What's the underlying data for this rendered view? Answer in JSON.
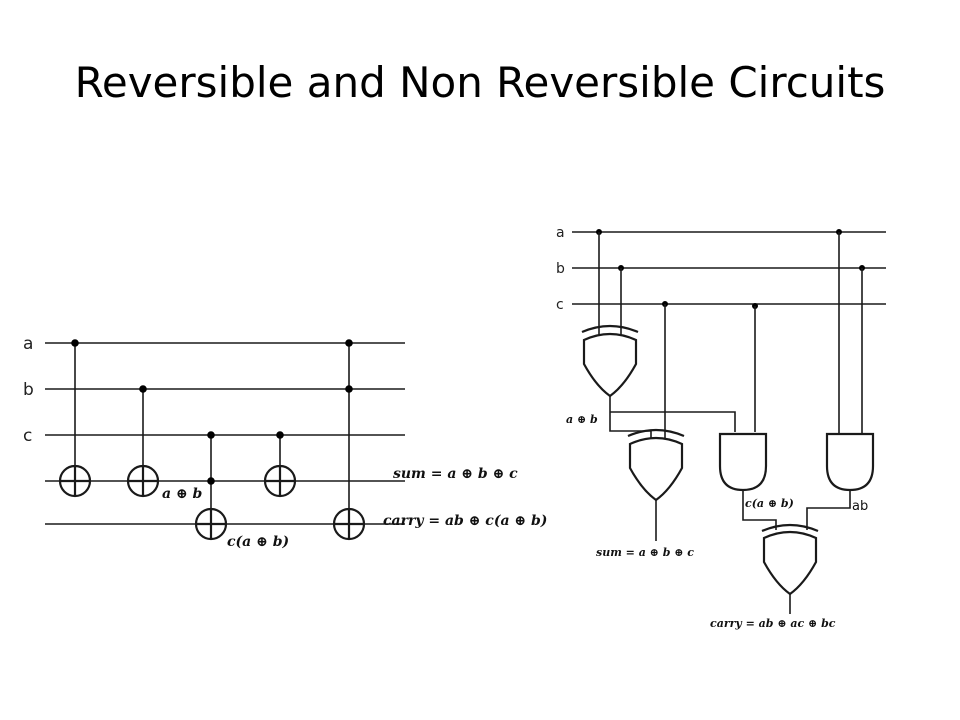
{
  "slide": {
    "title": "Reversible and Non Reversible Circuits"
  },
  "reversible_circuit": {
    "wire_labels": [
      "a",
      "b",
      "c"
    ],
    "sum_label": "sum = a ⊕ b ⊕ c",
    "carry_label": "carry = ab ⊕ c(a ⊕ b)",
    "intermediate_label_1": "a ⊕ b",
    "intermediate_label_2": "c(a ⊕ b)"
  },
  "nonreversible_circuit": {
    "wire_labels": [
      "a",
      "b",
      "c"
    ],
    "xor1_output_label": "a ⊕ b",
    "and1_output_label": "c(a ⊕ b)",
    "and2_output_label": "ab",
    "sum_label": "sum = a ⊕ b ⊕ c",
    "carry_label": "carry = ab ⊕ ac ⊕ bc"
  }
}
